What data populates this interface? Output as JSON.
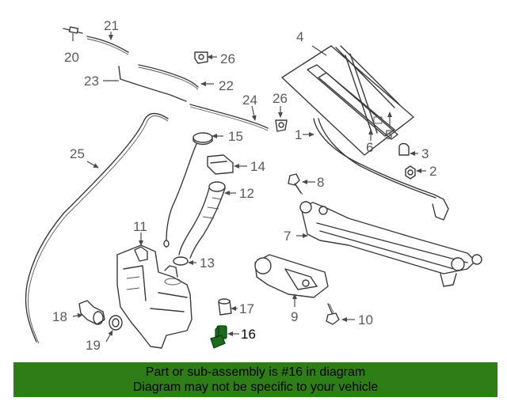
{
  "callouts": {
    "c1": "1",
    "c2": "2",
    "c3": "3",
    "c4": "4",
    "c5": "5",
    "c6": "6",
    "c7": "7",
    "c8": "8",
    "c9": "9",
    "c10": "10",
    "c11": "11",
    "c12": "12",
    "c13": "13",
    "c14": "14",
    "c15": "15",
    "c16": "16",
    "c17": "17",
    "c18": "18",
    "c19": "19",
    "c20": "20",
    "c21": "21",
    "c22": "22",
    "c23": "23",
    "c24": "24",
    "c25": "25",
    "c26a": "26",
    "c26b": "26"
  },
  "highlighted_part": "16",
  "highlight_color": "#2e7d17",
  "banner": {
    "line1": "Part or sub-assembly is #16 in diagram",
    "line2": "Diagram may not be specific to your vehicle"
  }
}
